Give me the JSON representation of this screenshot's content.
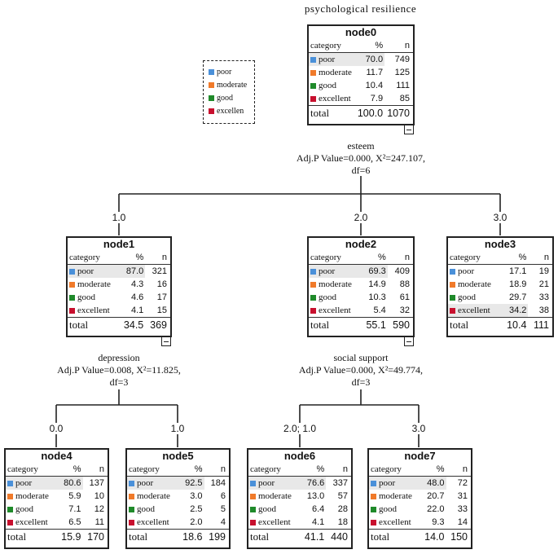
{
  "title": "psychological resilience",
  "colors": {
    "poor": "#4a90d9",
    "moderate": "#f07a2a",
    "good": "#1f8a2a",
    "excellent": "#c8102e"
  },
  "legend": [
    "poor",
    "moderate",
    "good",
    "excellen"
  ],
  "headers": {
    "category": "category",
    "pct": "%",
    "n": "n"
  },
  "nodes": {
    "node0": {
      "id": "node0",
      "rows": [
        {
          "cat": "poor",
          "pct": "70.0",
          "n": "749"
        },
        {
          "cat": "moderate",
          "pct": "11.7",
          "n": "125"
        },
        {
          "cat": "good",
          "pct": "10.4",
          "n": "111"
        },
        {
          "cat": "excellent",
          "pct": "7.9",
          "n": "85"
        }
      ],
      "total": {
        "label": "total",
        "pct": "100.0",
        "n": "1070"
      }
    },
    "node1": {
      "id": "node1",
      "rows": [
        {
          "cat": "poor",
          "pct": "87.0",
          "n": "321"
        },
        {
          "cat": "moderate",
          "pct": "4.3",
          "n": "16"
        },
        {
          "cat": "good",
          "pct": "4.6",
          "n": "17"
        },
        {
          "cat": "excellent",
          "pct": "4.1",
          "n": "15"
        }
      ],
      "total": {
        "label": "total",
        "pct": "34.5",
        "n": "369"
      }
    },
    "node2": {
      "id": "node2",
      "rows": [
        {
          "cat": "poor",
          "pct": "69.3",
          "n": "409"
        },
        {
          "cat": "moderate",
          "pct": "14.9",
          "n": "88"
        },
        {
          "cat": "good",
          "pct": "10.3",
          "n": "61"
        },
        {
          "cat": "excellent",
          "pct": "5.4",
          "n": "32"
        }
      ],
      "total": {
        "label": "total",
        "pct": "55.1",
        "n": "590"
      }
    },
    "node3": {
      "id": "node3",
      "rows": [
        {
          "cat": "poor",
          "pct": "17.1",
          "n": "19"
        },
        {
          "cat": "moderate",
          "pct": "18.9",
          "n": "21"
        },
        {
          "cat": "good",
          "pct": "29.7",
          "n": "33"
        },
        {
          "cat": "excellent",
          "pct": "34.2",
          "n": "38"
        }
      ],
      "total": {
        "label": "total",
        "pct": "10.4",
        "n": "111"
      }
    },
    "node4": {
      "id": "node4",
      "rows": [
        {
          "cat": "poor",
          "pct": "80.6",
          "n": "137"
        },
        {
          "cat": "moderate",
          "pct": "5.9",
          "n": "10"
        },
        {
          "cat": "good",
          "pct": "7.1",
          "n": "12"
        },
        {
          "cat": "excellent",
          "pct": "6.5",
          "n": "11"
        }
      ],
      "total": {
        "label": "total",
        "pct": "15.9",
        "n": "170"
      }
    },
    "node5": {
      "id": "node5",
      "rows": [
        {
          "cat": "poor",
          "pct": "92.5",
          "n": "184"
        },
        {
          "cat": "moderate",
          "pct": "3.0",
          "n": "6"
        },
        {
          "cat": "good",
          "pct": "2.5",
          "n": "5"
        },
        {
          "cat": "excellent",
          "pct": "2.0",
          "n": "4"
        }
      ],
      "total": {
        "label": "total",
        "pct": "18.6",
        "n": "199"
      }
    },
    "node6": {
      "id": "node6",
      "rows": [
        {
          "cat": "poor",
          "pct": "76.6",
          "n": "337"
        },
        {
          "cat": "moderate",
          "pct": "13.0",
          "n": "57"
        },
        {
          "cat": "good",
          "pct": "6.4",
          "n": "28"
        },
        {
          "cat": "excellent",
          "pct": "4.1",
          "n": "18"
        }
      ],
      "total": {
        "label": "total",
        "pct": "41.1",
        "n": "440"
      }
    },
    "node7": {
      "id": "node7",
      "rows": [
        {
          "cat": "poor",
          "pct": "48.0",
          "n": "72"
        },
        {
          "cat": "moderate",
          "pct": "20.7",
          "n": "31"
        },
        {
          "cat": "good",
          "pct": "22.0",
          "n": "33"
        },
        {
          "cat": "excellent",
          "pct": "9.3",
          "n": "14"
        }
      ],
      "total": {
        "label": "total",
        "pct": "14.0",
        "n": "150"
      }
    }
  },
  "splits": {
    "root": {
      "variable": "esteem",
      "stat": "Adj.P Value=0.000,  X²=247.107,",
      "df": "df=6"
    },
    "node1": {
      "variable": "depression",
      "stat": "Adj.P Value=0.008,  X²=11.825,",
      "df": "df=3"
    },
    "node2": {
      "variable": "social support",
      "stat": "Adj.P Value=0.000,  X²=49.774,",
      "df": "df=3"
    }
  },
  "edges": {
    "e1": "1.0",
    "e2": "2.0",
    "e3": "3.0",
    "e4": "0.0",
    "e5": "1.0",
    "e6": "2.0; 1.0",
    "e7": "3.0"
  }
}
